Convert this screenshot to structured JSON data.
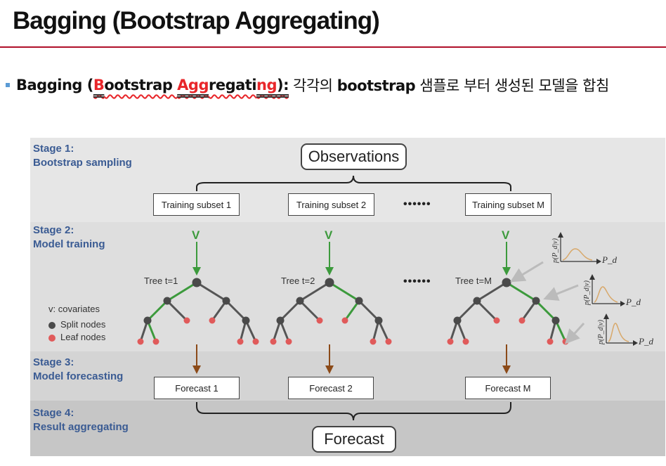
{
  "header": {
    "title": "Bagging (Bootstrap Aggregating)"
  },
  "bullet": {
    "lead_open": "Bagging (",
    "b1": "B",
    "b2": "ootstrap ",
    "b3": "Agg",
    "b4": "regati",
    "b5": "ng",
    "b6": "):",
    "description_bold": "bootstrap",
    "description_pre": "각각의",
    "description_post": "샘플로 부터 생성된 모델을 합침"
  },
  "stages": [
    {
      "line1": "Stage 1:",
      "line2": "Bootstrap sampling"
    },
    {
      "line1": "Stage 2:",
      "line2": "Model training"
    },
    {
      "line1": "Stage 3:",
      "line2": "Model forecasting"
    },
    {
      "line1": "Stage 4:",
      "line2": "Result aggregating"
    }
  ],
  "observations_label": "Observations",
  "subsets": [
    "Training subset 1",
    "Training subset 2",
    "Training subset M"
  ],
  "ellipsis": "••••••",
  "v_label": "V",
  "trees": [
    "Tree t=1",
    "Tree t=2",
    "Tree t=M"
  ],
  "legend": {
    "covariates": "v: covariates",
    "split": "Split nodes",
    "leaf": "Leaf nodes"
  },
  "forecasts": [
    "Forecast 1",
    "Forecast 2",
    "Forecast M"
  ],
  "final_label": "Forecast",
  "dist_axis": {
    "y": "p(P_d|v)",
    "x": "P_d"
  },
  "colors": {
    "band_light": "#e6e6e6",
    "band_mid": "#d8d8d8",
    "band_dark": "#c8c8c8",
    "split_node": "#4a4a4a",
    "leaf_node": "#e05a5a",
    "green_edge": "#3c9a3c",
    "brown_arrow": "#8b4a18",
    "stage_text": "#3a5b93",
    "title_rule": "#b0102a"
  }
}
